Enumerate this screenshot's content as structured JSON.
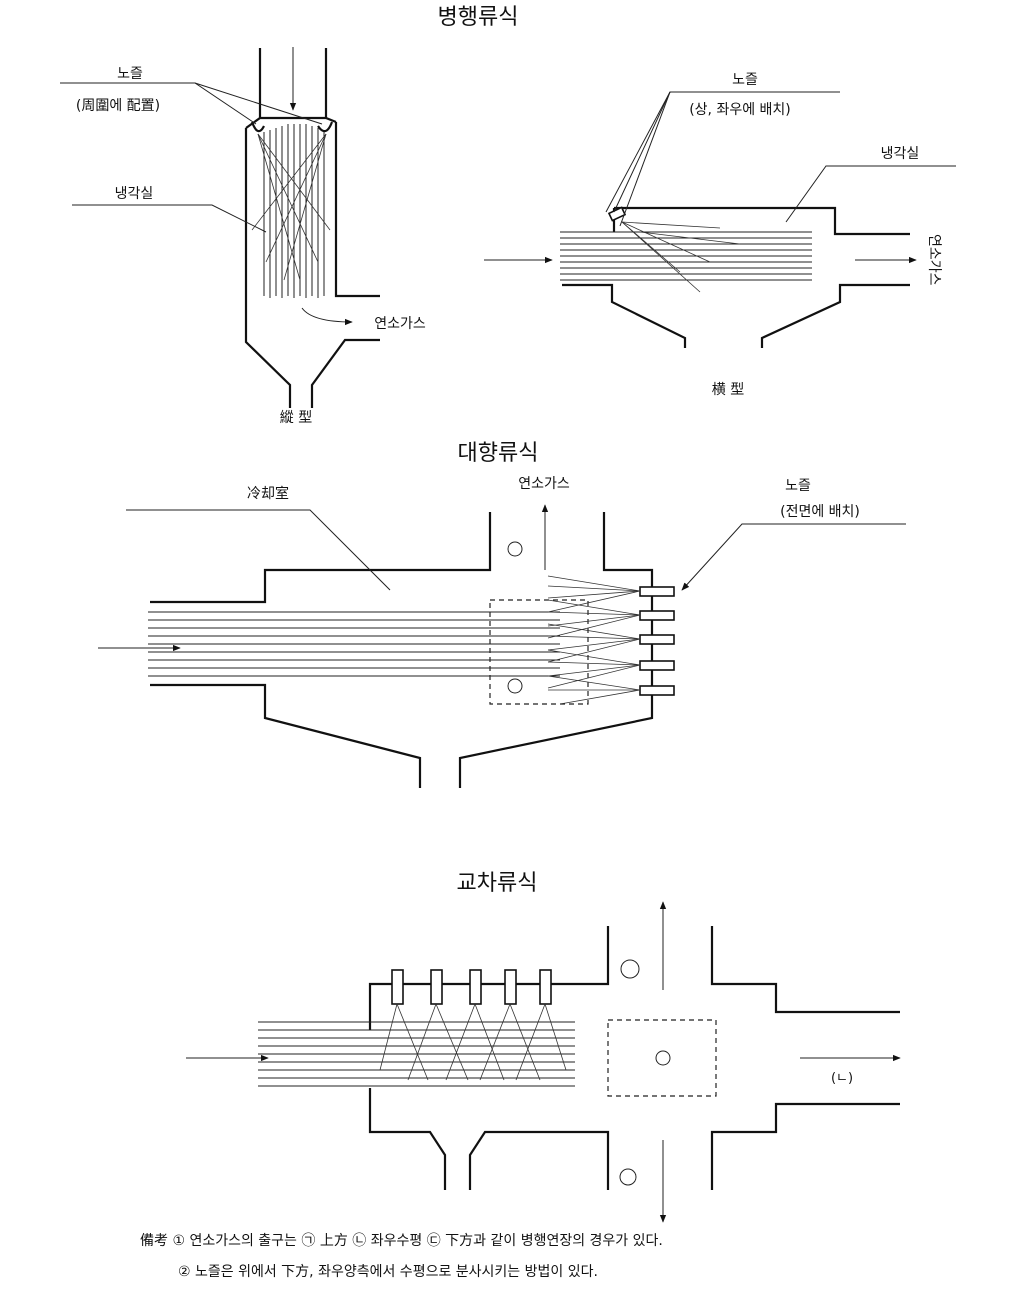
{
  "sections": {
    "parallel": {
      "title": "병행류식"
    },
    "counter": {
      "title": "대향류식"
    },
    "cross": {
      "title": "교차류식"
    }
  },
  "labels": {
    "vertical_nozzle": "노즐",
    "vertical_nozzle_note": "(周圍에 配置)",
    "vertical_cooling": "냉각실",
    "vertical_gas": "연소가스",
    "vertical_caption": "縱 型",
    "horizontal_nozzle": "노즐",
    "horizontal_nozzle_note": "(상, 좌우에 배치)",
    "horizontal_cooling": "냉각실",
    "horizontal_gas": "연소가스",
    "horizontal_caption": "横 型",
    "counter_cooling": "冷却室",
    "counter_gas": "연소가스",
    "counter_nozzle": "노즐",
    "counter_nozzle_note": "(전면에 배치)",
    "counter_mark_a": "㉠",
    "counter_mark_b": "㉡",
    "cross_mark_a": "㉠",
    "cross_mark_c": "㉢",
    "cross_mark_d": "㉣",
    "cross_mark_b": "(ㄴ)"
  },
  "notes": {
    "line1": "備考 ① 연소가스의 출구는 ㉠ 上方 ㉡ 좌우수평 ㉢ 下方과 같이 병행연장의 경우가 있다.",
    "line2": "② 노즐은 위에서 下方, 좌우양측에서 수평으로 분사시키는 방법이 있다."
  }
}
